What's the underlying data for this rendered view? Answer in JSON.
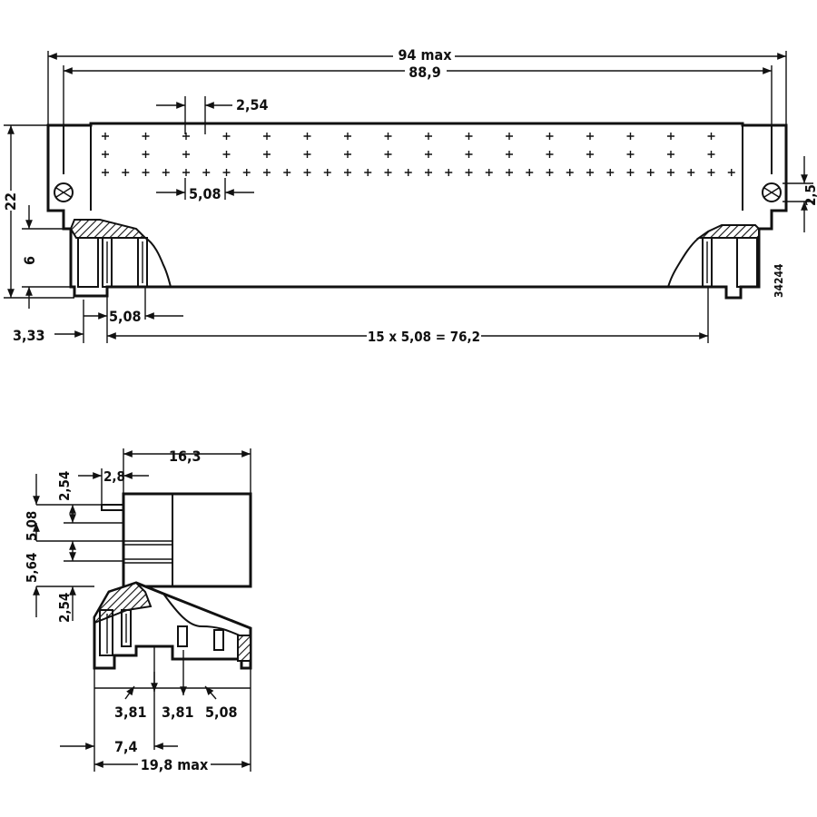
{
  "colors": {
    "ink": "#111111",
    "paper": "#ffffff"
  },
  "front_view": {
    "dim_overall_width": "94 max",
    "dim_mounting_holes": "88,9",
    "dim_row_pitch": "2,54",
    "dim_col_pitch": "5,08",
    "dim_height": "22",
    "dim_lower_height": "6",
    "dim_hole_dia": "2,5",
    "dim_left_offset": "3,33",
    "dim_leg_pitch": "5,08",
    "dim_leg_span": "15 x 5,08 = 76,2",
    "drawing_number": "34244"
  },
  "side_view": {
    "dim_depth": "16,3",
    "dim_tab": "2,8",
    "dim_top_pitch": "2,54",
    "dim_row_spacing": "5,08",
    "dim_pin_height": "5,64",
    "dim_lower_pitch": "2,54",
    "dim_leg_a": "3,81",
    "dim_leg_b": "3,81",
    "dim_leg_c": "5,08",
    "dim_offset": "7,4",
    "dim_total": "19,8 max"
  }
}
